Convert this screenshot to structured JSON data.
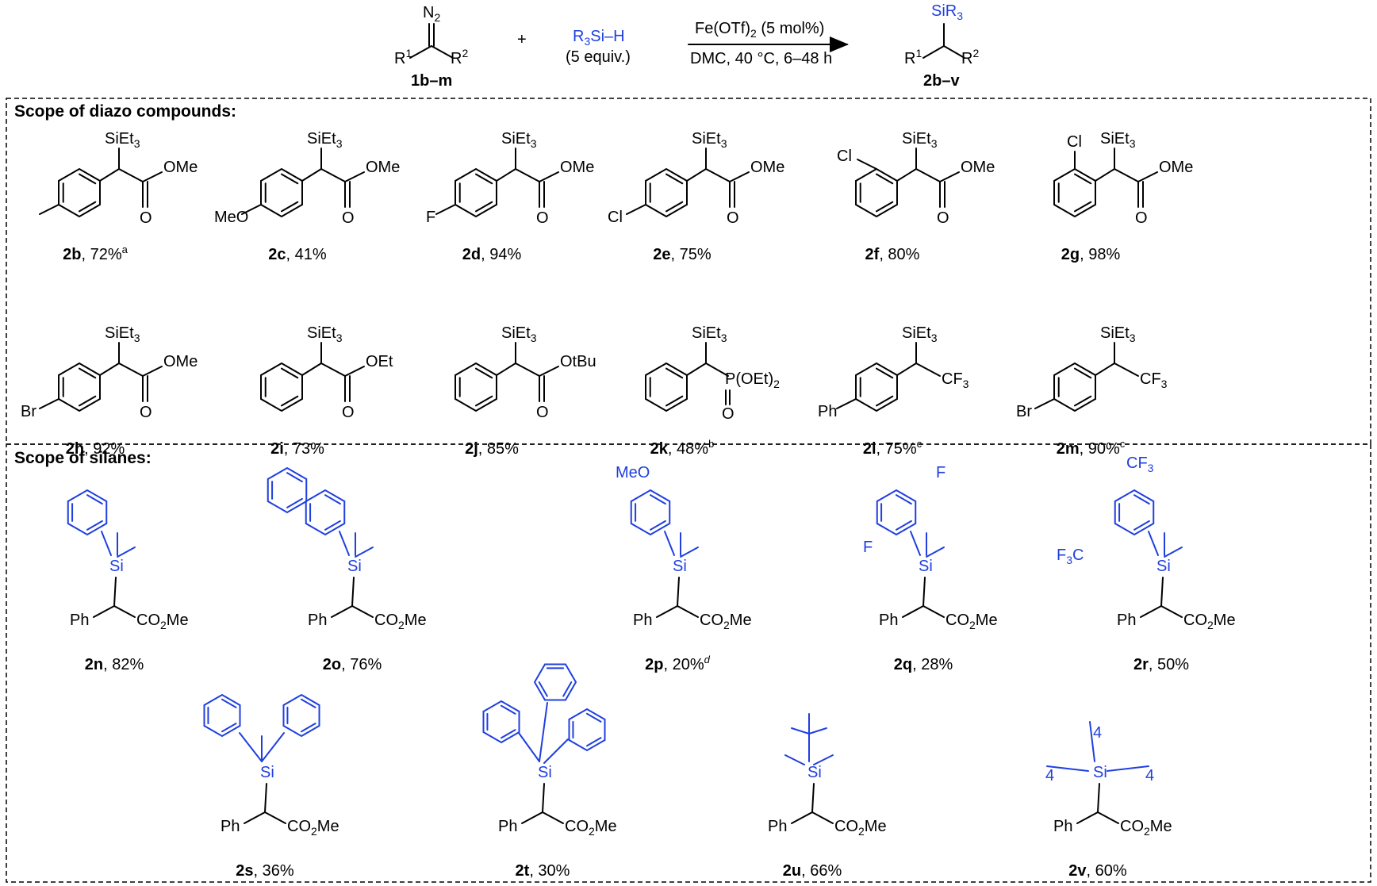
{
  "reaction": {
    "reactant1": {
      "n2": "N2",
      "r1": "R1",
      "r2": "R2",
      "id": "1b–m"
    },
    "plus": "+",
    "reactant2": {
      "formula": "R3Si–H",
      "equiv": "(5 equiv.)"
    },
    "conditions": {
      "catalyst": "Fe(OTf)2 (5 mol%)",
      "solvent": "DMC, 40 °C, 6–48 h"
    },
    "product": {
      "sir3": "SiR3",
      "r1": "R1",
      "r2": "R2",
      "id": "2b–v"
    }
  },
  "sections": {
    "diazo_title": "Scope of diazo compounds:",
    "silane_title": "Scope of silanes:"
  },
  "diazo_compounds": [
    {
      "id": "2b",
      "yield": "72%",
      "note": "a",
      "substituent": "",
      "silyl": "SiEt3",
      "ester": "OMe"
    },
    {
      "id": "2c",
      "yield": "41%",
      "note": "",
      "substituent": "MeO",
      "silyl": "SiEt3",
      "ester": "OMe"
    },
    {
      "id": "2d",
      "yield": "94%",
      "note": "",
      "substituent": "F",
      "silyl": "SiEt3",
      "ester": "OMe"
    },
    {
      "id": "2e",
      "yield": "75%",
      "note": "",
      "substituent": "Cl",
      "silyl": "SiEt3",
      "ester": "OMe"
    },
    {
      "id": "2f",
      "yield": "80%",
      "note": "",
      "substituent": "Cl",
      "silyl": "SiEt3",
      "ester": "OMe"
    },
    {
      "id": "2g",
      "yield": "98%",
      "note": "",
      "substituent": "Cl",
      "silyl": "SiEt3",
      "ester": "OMe"
    },
    {
      "id": "2h",
      "yield": "92%",
      "note": "",
      "substituent": "Br",
      "silyl": "SiEt3",
      "ester": "OMe"
    },
    {
      "id": "2i",
      "yield": "73%",
      "note": "",
      "substituent": "",
      "silyl": "SiEt3",
      "ester": "OEt"
    },
    {
      "id": "2j",
      "yield": "85%",
      "note": "",
      "substituent": "",
      "silyl": "SiEt3",
      "ester": "OtBu"
    },
    {
      "id": "2k",
      "yield": "48%",
      "note": "b",
      "substituent": "",
      "silyl": "SiEt3",
      "ester": "P(OEt)2"
    },
    {
      "id": "2l",
      "yield": "75%",
      "note": "c",
      "substituent": "Ph",
      "silyl": "SiEt3",
      "ester": "CF3"
    },
    {
      "id": "2m",
      "yield": "90%",
      "note": "c",
      "substituent": "Br",
      "silyl": "SiEt3",
      "ester": "CF3"
    }
  ],
  "silanes": [
    {
      "id": "2n",
      "yield": "82%",
      "note": "",
      "silyl": "Si",
      "ph": "Ph",
      "ester": "CO2Me"
    },
    {
      "id": "2o",
      "yield": "76%",
      "note": "",
      "silyl": "Si",
      "ph": "Ph",
      "ester": "CO2Me"
    },
    {
      "id": "2p",
      "yield": "20%",
      "note": "d",
      "silyl": "Si",
      "ph": "Ph",
      "ester": "CO2Me",
      "substituent": "MeO"
    },
    {
      "id": "2q",
      "yield": "28%",
      "note": "",
      "silyl": "Si",
      "ph": "Ph",
      "ester": "CO2Me",
      "substituent": "F"
    },
    {
      "id": "2r",
      "yield": "50%",
      "note": "",
      "silyl": "Si",
      "ph": "Ph",
      "ester": "CO2Me",
      "substituent": "CF3"
    },
    {
      "id": "2s",
      "yield": "36%",
      "note": "",
      "silyl": "Si",
      "ph": "Ph",
      "ester": "CO2Me"
    },
    {
      "id": "2t",
      "yield": "30%",
      "note": "",
      "silyl": "Si",
      "ph": "Ph",
      "ester": "CO2Me"
    },
    {
      "id": "2u",
      "yield": "66%",
      "note": "",
      "silyl": "Si",
      "ph": "Ph",
      "ester": "CO2Me"
    },
    {
      "id": "2v",
      "yield": "60%",
      "note": "",
      "silyl": "Si",
      "ph": "Ph",
      "ester": "CO2Me",
      "chain": "4"
    }
  ],
  "colors": {
    "silane_highlight": "#1f3fe0",
    "ink": "#000000"
  }
}
